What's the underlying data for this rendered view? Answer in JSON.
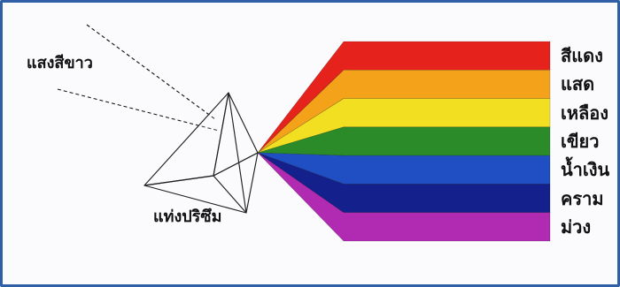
{
  "labels": {
    "white_light": "แสงสีขาว",
    "prism": "แท่งปริซึม"
  },
  "spectrum": {
    "bands": [
      {
        "name": "สีแดง",
        "color": "#e6221d"
      },
      {
        "name": "แสด",
        "color": "#f5a21b"
      },
      {
        "name": "เหลือง",
        "color": "#f2df22"
      },
      {
        "name": "เขียว",
        "color": "#2b8b28"
      },
      {
        "name": "น้ำเงิน",
        "color": "#1f4fc2"
      },
      {
        "name": "คราม",
        "color": "#14208b"
      },
      {
        "name": "ม่วง",
        "color": "#b12ab2"
      }
    ]
  },
  "colors": {
    "frame": "#2f5fa6",
    "background": "#fbfbfe",
    "prism_lines": "#222222",
    "rays": "#111111"
  }
}
